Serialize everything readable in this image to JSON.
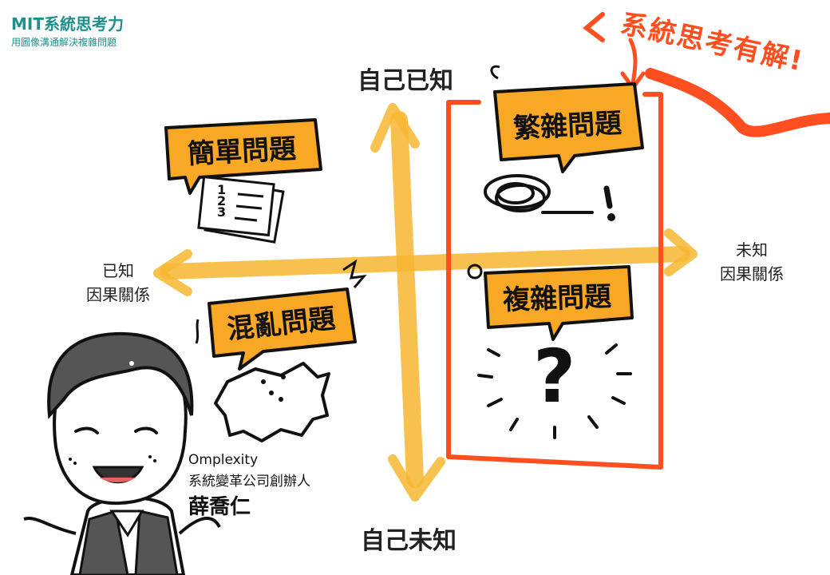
{
  "brand": {
    "title": "MIT系統思考力",
    "subtitle": "用圖像溝通解決複雜問題"
  },
  "axes": {
    "top": "自己已知",
    "bottom": "自己未知",
    "left_line1": "已知",
    "left_line2": "因果關係",
    "right_line1": "未知",
    "right_line2": "因果關係"
  },
  "quadrants": {
    "simple": "簡單問題",
    "chaotic": "混亂問題",
    "complicated": "繁雜問題",
    "complex": "複雜問題"
  },
  "annotation": "系統思考有解!",
  "presenter": {
    "org": "Omplexity",
    "title": "系統變革公司創辦人",
    "name": "薛喬仁"
  },
  "list_numbers": [
    "1",
    "2",
    "3"
  ],
  "colors": {
    "brand": "#1f8f8a",
    "axis": "#f7b731",
    "bubble": "#f9a826",
    "frame": "#ff4e1f"
  }
}
